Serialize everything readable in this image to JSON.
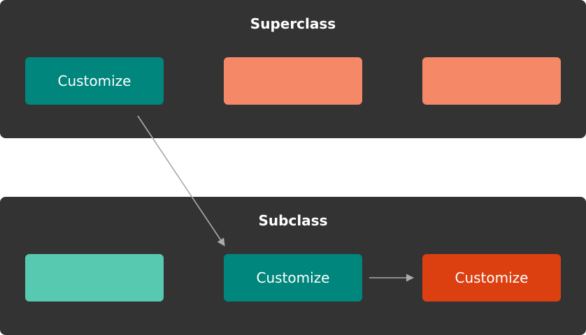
{
  "superclass": {
    "title": "Superclass",
    "boxes": [
      {
        "label": "Customize",
        "color": "#00867c"
      },
      {
        "label": "",
        "color": "#f58866"
      },
      {
        "label": "",
        "color": "#f58866"
      }
    ]
  },
  "subclass": {
    "title": "Subclass",
    "boxes": [
      {
        "label": "",
        "color": "#57c9b0"
      },
      {
        "label": "Customize",
        "color": "#00867c"
      },
      {
        "label": "Customize",
        "color": "#dc4010"
      }
    ]
  },
  "colors": {
    "panel": "#333333",
    "arrow": "#aaaaaa"
  }
}
